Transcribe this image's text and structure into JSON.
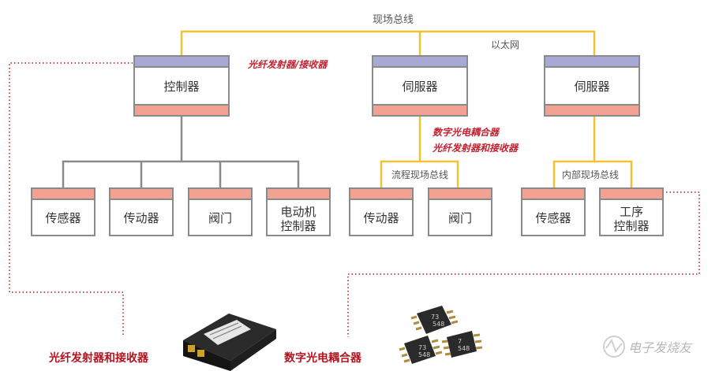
{
  "buses": {
    "fieldbus": "现场总线",
    "ethernet": "以太网",
    "process_fieldbus": "流程现场总线",
    "internal_fieldbus": "内部现场总线"
  },
  "controllers": {
    "controller": "控制器",
    "servo1": "伺服器",
    "servo2": "伺服器"
  },
  "annotations": {
    "fiber_tx_rx_slash": "光纤发射器/接收器",
    "digital_optocoupler": "数字光电耦合器",
    "fiber_tx_and_rx": "光纤发射器和接收器"
  },
  "devices": {
    "sensor1": "传感器",
    "actuator1": "传动器",
    "valve1": "阀门",
    "motor_ctrl_line1": "电动机",
    "motor_ctrl_line2": "控制器",
    "actuator2": "传动器",
    "valve2": "阀门",
    "sensor2": "传感器",
    "process_ctrl_line1": "工序",
    "process_ctrl_line2": "控制器"
  },
  "captions": {
    "fiber_module": "光纤发射器和接收器",
    "optocoupler": "数字光电耦合器"
  },
  "chips": {
    "chip1_l1": "73",
    "chip1_l2": "548",
    "chip2_l1": "73",
    "chip2_l2": "548",
    "chip3_l1": "7",
    "chip3_l2": "548"
  },
  "watermark": "电子发烧友",
  "colors": {
    "bus_line": "#f1c232",
    "tree_line": "#8a8a8a",
    "dotted_line": "#b3141f",
    "band_blue": "#a9a9d6",
    "band_red": "#f2a293"
  }
}
